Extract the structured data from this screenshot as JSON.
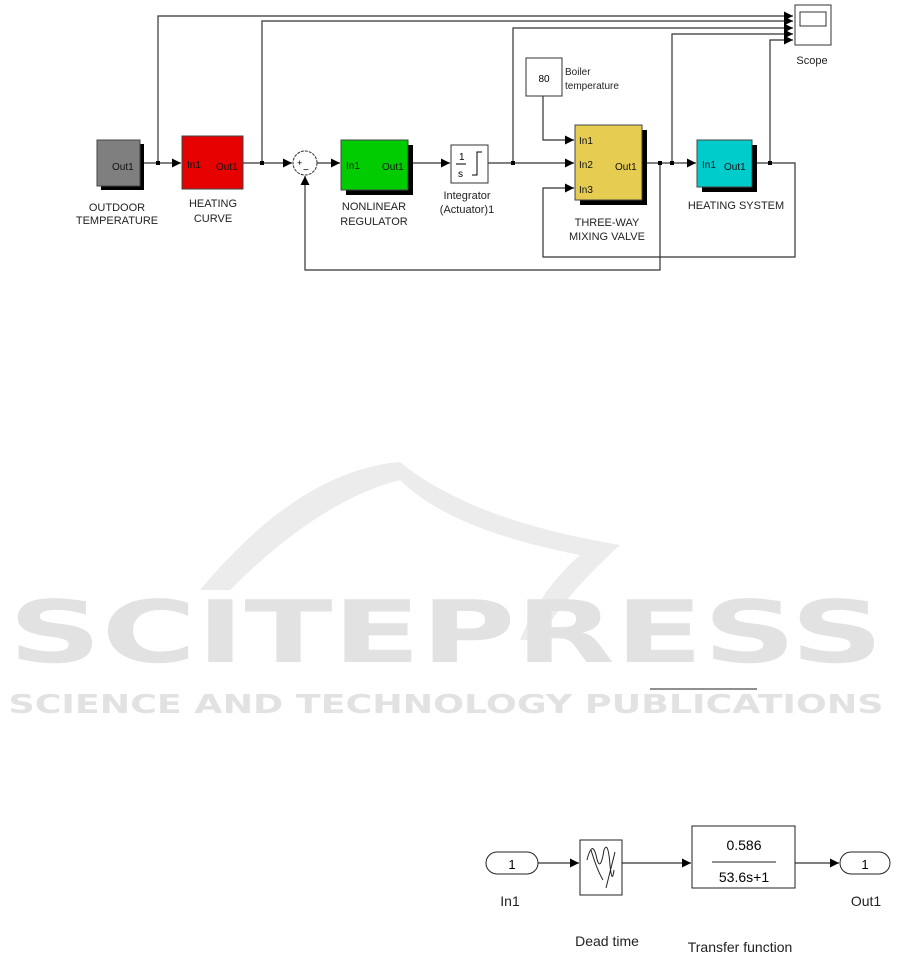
{
  "watermark": {
    "title": "SCITEPRESS",
    "subtitle": "SCIENCE AND TECHNOLOGY PUBLICATIONS"
  },
  "main_model": {
    "outdoor": {
      "port_out": "Out1",
      "label1": "OUTDOOR",
      "label2": "TEMPERATURE",
      "color": "#7f7f7f"
    },
    "heating_curve": {
      "port_in": "In1",
      "port_out": "Out1",
      "label1": "HEATING",
      "label2": "CURVE",
      "color": "#e60000"
    },
    "sum": {
      "plus": "+",
      "minus": "−"
    },
    "regulator": {
      "port_in": "In1",
      "port_out": "Out1",
      "label1": "NONLINEAR",
      "label2": "REGULATOR",
      "color": "#00cc00"
    },
    "integrator": {
      "num": "1",
      "den": "s",
      "label1": "Integrator",
      "label2": "(Actuator)1"
    },
    "boiler": {
      "value": "80",
      "label1": "Boiler",
      "label2": "temperature"
    },
    "valve": {
      "in1": "In1",
      "in2": "In2",
      "in3": "In3",
      "port_out": "Out1",
      "label1": "THREE-WAY",
      "label2": "MIXING VALVE",
      "color": "#e6cc50"
    },
    "heating_system": {
      "port_in": "In1",
      "port_out": "Out1",
      "label": "HEATING SYSTEM",
      "color": "#00cccc"
    },
    "scope": {
      "label": "Scope"
    }
  },
  "sub_model": {
    "inport": {
      "number": "1",
      "label": "In1"
    },
    "dead_time": {
      "label": "Dead time"
    },
    "transfer_function": {
      "numerator": "0.586",
      "denominator": "53.6s+1",
      "label": "Transfer function"
    },
    "outport": {
      "number": "1",
      "label": "Out1"
    }
  }
}
